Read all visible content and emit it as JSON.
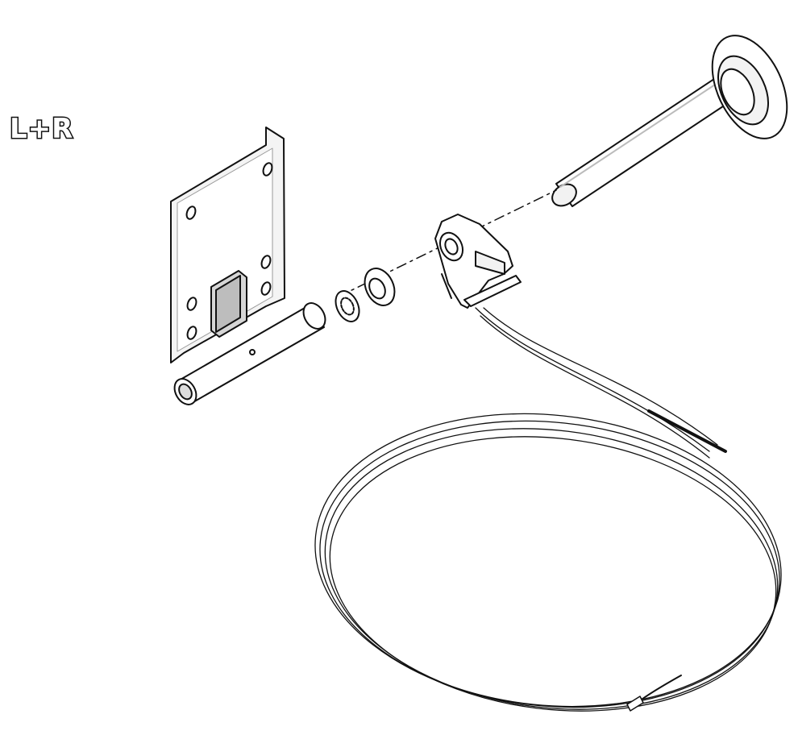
{
  "side_label": "L+R",
  "colors": {
    "line": "#111111",
    "fill": "#ffffff",
    "shade": "#e6e6e6",
    "dark": "#bdbdbd"
  },
  "parts": [
    "bracket",
    "spacer-clip",
    "washer",
    "roller-clip",
    "roller",
    "cable"
  ]
}
